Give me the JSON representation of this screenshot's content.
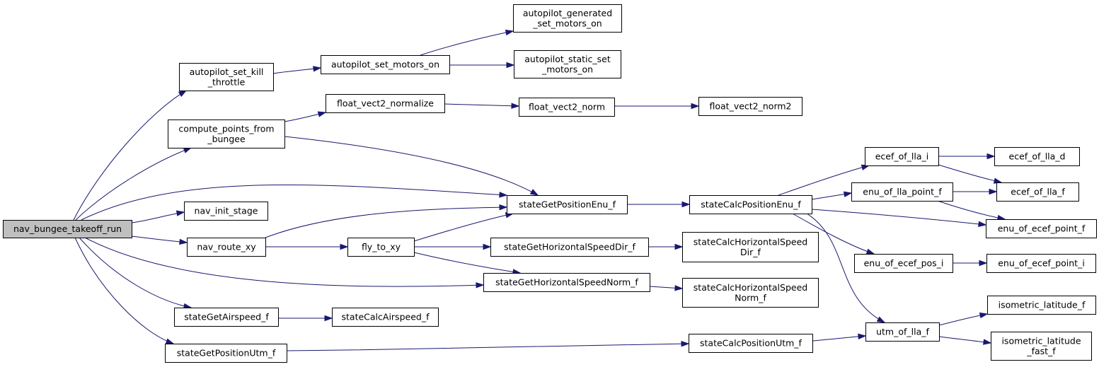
{
  "graph": {
    "root": "nav_bungee_takeoff_run",
    "nodes": [
      {
        "id": "nav_bungee_takeoff_run",
        "lines": [
          "nav_bungee_takeoff_run"
        ]
      },
      {
        "id": "autopilot_set_kill_throttle",
        "lines": [
          "autopilot_set_kill",
          "_throttle"
        ]
      },
      {
        "id": "compute_points_from_bungee",
        "lines": [
          "compute_points_from",
          "_bungee"
        ]
      },
      {
        "id": "stateGetPositionEnu_f",
        "lines": [
          "stateGetPositionEnu_f"
        ]
      },
      {
        "id": "nav_init_stage",
        "lines": [
          "nav_init_stage"
        ]
      },
      {
        "id": "nav_route_xy",
        "lines": [
          "nav_route_xy"
        ]
      },
      {
        "id": "stateGetHorizontalSpeedNorm_f",
        "lines": [
          "stateGetHorizontalSpeedNorm_f"
        ]
      },
      {
        "id": "stateGetAirspeed_f",
        "lines": [
          "stateGetAirspeed_f"
        ]
      },
      {
        "id": "stateGetPositionUtm_f",
        "lines": [
          "stateGetPositionUtm_f"
        ]
      },
      {
        "id": "autopilot_set_motors_on",
        "lines": [
          "autopilot_set_motors_on"
        ]
      },
      {
        "id": "autopilot_generated_set_motors_on",
        "lines": [
          "autopilot_generated",
          "_set_motors_on"
        ]
      },
      {
        "id": "autopilot_static_set_motors_on",
        "lines": [
          "autopilot_static_set",
          "_motors_on"
        ]
      },
      {
        "id": "float_vect2_normalize",
        "lines": [
          "float_vect2_normalize"
        ]
      },
      {
        "id": "float_vect2_norm",
        "lines": [
          "float_vect2_norm"
        ]
      },
      {
        "id": "float_vect2_norm2",
        "lines": [
          "float_vect2_norm2"
        ]
      },
      {
        "id": "stateCalcPositionEnu_f",
        "lines": [
          "stateCalcPositionEnu_f"
        ]
      },
      {
        "id": "ecef_of_lla_i",
        "lines": [
          "ecef_of_lla_i"
        ]
      },
      {
        "id": "ecef_of_lla_d",
        "lines": [
          "ecef_of_lla_d"
        ]
      },
      {
        "id": "ecef_of_lla_f",
        "lines": [
          "ecef_of_lla_f"
        ]
      },
      {
        "id": "enu_of_lla_point_f",
        "lines": [
          "enu_of_lla_point_f"
        ]
      },
      {
        "id": "enu_of_ecef_point_f",
        "lines": [
          "enu_of_ecef_point_f"
        ]
      },
      {
        "id": "enu_of_ecef_pos_i",
        "lines": [
          "enu_of_ecef_pos_i"
        ]
      },
      {
        "id": "enu_of_ecef_point_i",
        "lines": [
          "enu_of_ecef_point_i"
        ]
      },
      {
        "id": "utm_of_lla_f",
        "lines": [
          "utm_of_lla_f"
        ]
      },
      {
        "id": "isometric_latitude_f",
        "lines": [
          "isometric_latitude_f"
        ]
      },
      {
        "id": "isometric_latitude_fast_f",
        "lines": [
          "isometric_latitude",
          "_fast_f"
        ]
      },
      {
        "id": "fly_to_xy",
        "lines": [
          "fly_to_xy"
        ]
      },
      {
        "id": "stateGetHorizontalSpeedDir_f",
        "lines": [
          "stateGetHorizontalSpeedDir_f"
        ]
      },
      {
        "id": "stateCalcHorizontalSpeedDir_f",
        "lines": [
          "stateCalcHorizontalSpeed",
          "Dir_f"
        ]
      },
      {
        "id": "stateCalcHorizontalSpeedNorm_f",
        "lines": [
          "stateCalcHorizontalSpeed",
          "Norm_f"
        ]
      },
      {
        "id": "stateCalcAirspeed_f",
        "lines": [
          "stateCalcAirspeed_f"
        ]
      },
      {
        "id": "stateCalcPositionUtm_f",
        "lines": [
          "stateCalcPositionUtm_f"
        ]
      }
    ],
    "edges": [
      [
        "nav_bungee_takeoff_run",
        "autopilot_set_kill_throttle"
      ],
      [
        "nav_bungee_takeoff_run",
        "compute_points_from_bungee"
      ],
      [
        "nav_bungee_takeoff_run",
        "stateGetPositionEnu_f"
      ],
      [
        "nav_bungee_takeoff_run",
        "nav_init_stage"
      ],
      [
        "nav_bungee_takeoff_run",
        "nav_route_xy"
      ],
      [
        "nav_bungee_takeoff_run",
        "stateGetHorizontalSpeedNorm_f"
      ],
      [
        "nav_bungee_takeoff_run",
        "stateGetAirspeed_f"
      ],
      [
        "nav_bungee_takeoff_run",
        "stateGetPositionUtm_f"
      ],
      [
        "autopilot_set_kill_throttle",
        "autopilot_set_motors_on"
      ],
      [
        "autopilot_set_motors_on",
        "autopilot_generated_set_motors_on"
      ],
      [
        "autopilot_set_motors_on",
        "autopilot_static_set_motors_on"
      ],
      [
        "compute_points_from_bungee",
        "float_vect2_normalize"
      ],
      [
        "compute_points_from_bungee",
        "stateGetPositionEnu_f"
      ],
      [
        "float_vect2_normalize",
        "float_vect2_norm"
      ],
      [
        "float_vect2_norm",
        "float_vect2_norm2"
      ],
      [
        "stateGetPositionEnu_f",
        "stateCalcPositionEnu_f"
      ],
      [
        "stateCalcPositionEnu_f",
        "ecef_of_lla_i"
      ],
      [
        "stateCalcPositionEnu_f",
        "enu_of_lla_point_f"
      ],
      [
        "stateCalcPositionEnu_f",
        "enu_of_ecef_point_f"
      ],
      [
        "stateCalcPositionEnu_f",
        "enu_of_ecef_pos_i"
      ],
      [
        "stateCalcPositionEnu_f",
        "utm_of_lla_f"
      ],
      [
        "ecef_of_lla_i",
        "ecef_of_lla_d"
      ],
      [
        "ecef_of_lla_i",
        "ecef_of_lla_f"
      ],
      [
        "enu_of_lla_point_f",
        "ecef_of_lla_f"
      ],
      [
        "enu_of_lla_point_f",
        "enu_of_ecef_point_f"
      ],
      [
        "enu_of_ecef_pos_i",
        "enu_of_ecef_point_i"
      ],
      [
        "utm_of_lla_f",
        "isometric_latitude_f"
      ],
      [
        "utm_of_lla_f",
        "isometric_latitude_fast_f"
      ],
      [
        "nav_route_xy",
        "stateGetPositionEnu_f"
      ],
      [
        "nav_route_xy",
        "fly_to_xy"
      ],
      [
        "fly_to_xy",
        "stateGetPositionEnu_f"
      ],
      [
        "fly_to_xy",
        "stateGetHorizontalSpeedDir_f"
      ],
      [
        "fly_to_xy",
        "stateGetHorizontalSpeedNorm_f"
      ],
      [
        "stateGetHorizontalSpeedDir_f",
        "stateCalcHorizontalSpeedDir_f"
      ],
      [
        "stateGetHorizontalSpeedNorm_f",
        "stateCalcHorizontalSpeedNorm_f"
      ],
      [
        "stateGetAirspeed_f",
        "stateCalcAirspeed_f"
      ],
      [
        "stateGetPositionUtm_f",
        "stateCalcPositionUtm_f"
      ],
      [
        "stateCalcPositionUtm_f",
        "utm_of_lla_f"
      ]
    ],
    "colors": {
      "edge": "#191970",
      "root_fill": "#bfbfbf",
      "node_fill": "#ffffff",
      "node_stroke": "#000000"
    }
  }
}
